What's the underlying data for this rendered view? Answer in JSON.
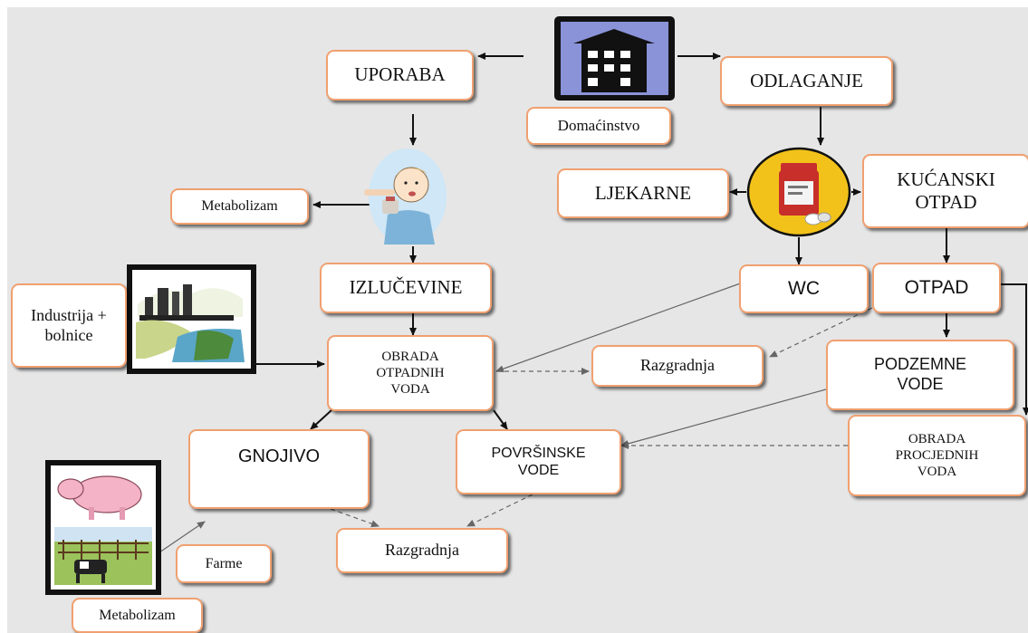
{
  "nodes": {
    "domacinstvo": "Domaćinstvo",
    "uporaba": "UPORABA",
    "odlaganje": "ODLAGANJE",
    "metabolizam_top": "Metabolizam",
    "ljekarne": "LJEKARNE",
    "kucanski_otpad": "KUĆANSKI OTPAD",
    "izlucevine": "IZLUČEVINE",
    "wc": "WC",
    "otpad": "OTPAD",
    "industrija": "Industrija + bolnice",
    "obrada_otpadnih": "OBRADA OTPADNIH VODA",
    "razgradnja_mid": "Razgradnja",
    "podzemne": "PODZEMNE VODE",
    "gnojivo": "GNOJIVO",
    "povrsinske": "POVRŠINSKE VODE",
    "obrada_procjednih": "OBRADA PROCJEDNIH VODA",
    "razgradnja_bottom": "Razgradnja",
    "farme": "Farme",
    "metabolizam_bottom": "Metabolizam"
  },
  "icons": {
    "house": "house-icon",
    "child": "child-medicine-icon",
    "pills": "medicine-bottle-icon",
    "industry": "industry-icon",
    "farm": "farm-animals-icon"
  },
  "colors": {
    "background": "#e6e6e6",
    "box_border": "#f0a070",
    "house_fill": "#8a93d8",
    "pill_circle": "#f2c21a"
  }
}
